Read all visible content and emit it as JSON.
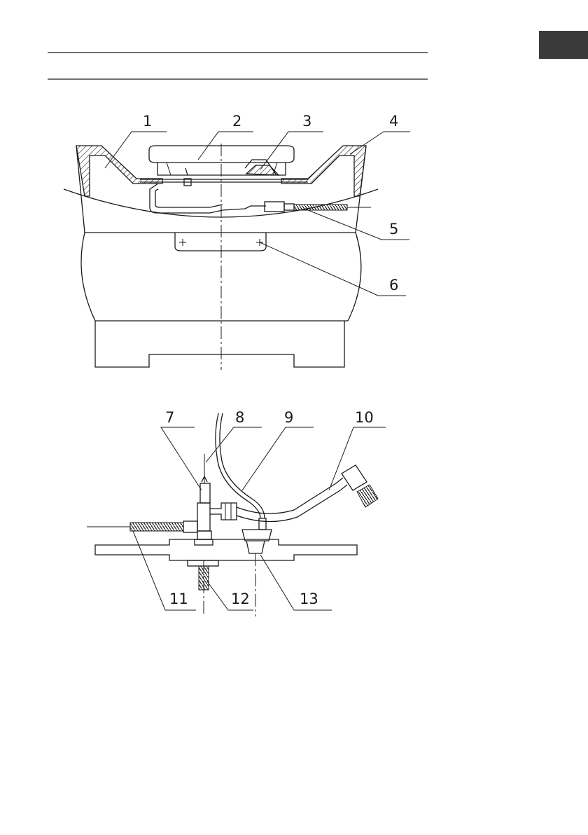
{
  "page": {
    "tab_color": "#3a3a3a"
  },
  "figure_top": {
    "callouts": [
      "1",
      "2",
      "3",
      "4",
      "5",
      "6"
    ]
  },
  "figure_bottom": {
    "callouts": [
      "7",
      "8",
      "9",
      "10",
      "11",
      "12",
      "13"
    ]
  }
}
